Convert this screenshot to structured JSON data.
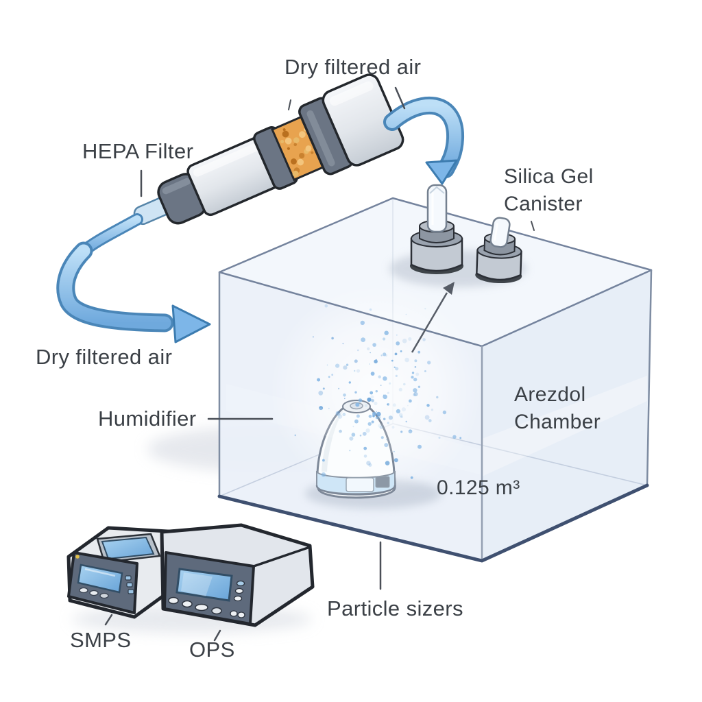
{
  "diagram": {
    "labels": {
      "dry_filtered_air_top": "Dry filtered air",
      "hepa_filter": "HEPA Filter",
      "silica_gel_line1": "Silica Gel",
      "silica_gel_line2": "Canister",
      "dry_filtered_air_left": "Dry filtered air",
      "humidifier": "Humidifier",
      "chamber_name_line1": "Arezdol",
      "chamber_name_line2": "Chamber",
      "chamber_volume": "0.125 m³",
      "particle_sizers": "Particle sizers",
      "smps": "SMPS",
      "ops": "OPS"
    },
    "colors": {
      "background": "#ffffff",
      "text": "#3b4046",
      "airflow_arrow": "#7db6e8",
      "airflow_arrow_outline": "#3c7cb0",
      "chamber_edge": "#3f5070",
      "chamber_glass": "#e9eff7",
      "filter_media_orange": "#e8a34f",
      "metal_dark": "#6b7584",
      "instrument_panel": "#5e6a7c",
      "screen_blue": "#8fc3ea",
      "mist_blue": "#7fb3e3"
    },
    "icons": [
      "hepa-filter-icon",
      "airflow-arrow-icon",
      "chamber-port-icon",
      "humidifier-icon",
      "mist-particles-icon",
      "smps-instrument-icon",
      "ops-instrument-icon"
    ]
  }
}
